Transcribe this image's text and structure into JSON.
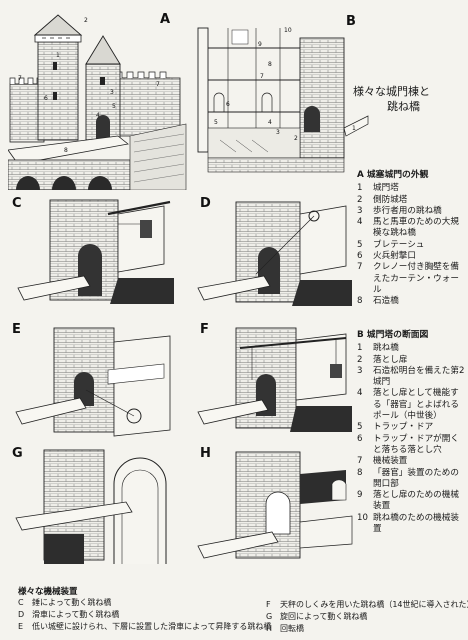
{
  "panels": {
    "A": "A",
    "B": "B",
    "C": "C",
    "D": "D",
    "E": "E",
    "F": "F",
    "G": "G",
    "H": "H"
  },
  "caption": {
    "line1": "様々な城門棟と",
    "line2": "跳ね橋"
  },
  "legend_a": {
    "heading": "A  城塞城門の外観",
    "items": [
      {
        "k": "1",
        "v": "城門塔"
      },
      {
        "k": "2",
        "v": "側防城塔"
      },
      {
        "k": "3",
        "v": "歩行者用の跳ね橋"
      },
      {
        "k": "4",
        "v": "馬と馬車のための大規模な跳ね橋"
      },
      {
        "k": "5",
        "v": "ブレテーシュ"
      },
      {
        "k": "6",
        "v": "火兵射撃口"
      },
      {
        "k": "7",
        "v": "クレノー付き胸壁を備えたカーテン・ウォール"
      },
      {
        "k": "8",
        "v": "石造橋"
      }
    ]
  },
  "legend_b": {
    "heading": "B  城門塔の断面図",
    "items": [
      {
        "k": "1",
        "v": "跳ね橋"
      },
      {
        "k": "2",
        "v": "落とし扉"
      },
      {
        "k": "3",
        "v": "石造松明台を備えた第2城門"
      },
      {
        "k": "4",
        "v": "落とし扉として機能する「器官」とよばれるポール（中世後）"
      },
      {
        "k": "5",
        "v": "トラップ・ドア"
      },
      {
        "k": "6",
        "v": "トラップ・ドアが開くと落ちる落とし穴"
      },
      {
        "k": "7",
        "v": "機械装置"
      },
      {
        "k": "8",
        "v": "「器官」装置のための開口部"
      },
      {
        "k": "9",
        "v": "落とし扉のための機械装置"
      },
      {
        "k": "10",
        "v": "跳ね橋のための機械装置"
      }
    ]
  },
  "mechanisms": {
    "title": "様々な機械装置",
    "left": [
      {
        "k": "C",
        "v": "錘によって動く跳ね橋"
      },
      {
        "k": "D",
        "v": "滑車によって動く跳ね橋"
      },
      {
        "k": "E",
        "v": "低い城壁に設けられ、下層に設置した滑車によって昇降する跳ね橋"
      }
    ],
    "right": [
      {
        "k": "F",
        "v": "天秤のしくみを用いた跳ね橋（14世紀に導入された）"
      },
      {
        "k": "G",
        "v": "旋回によって動く跳ね橋"
      },
      {
        "k": "H",
        "v": "回転橋"
      }
    ]
  },
  "diagram_numbers": {
    "a": [
      "1",
      "2",
      "3",
      "4",
      "5",
      "6",
      "7",
      "7",
      "8"
    ],
    "b": [
      "10",
      "9",
      "8",
      "7",
      "6",
      "5",
      "4",
      "3",
      "2",
      "1"
    ]
  }
}
